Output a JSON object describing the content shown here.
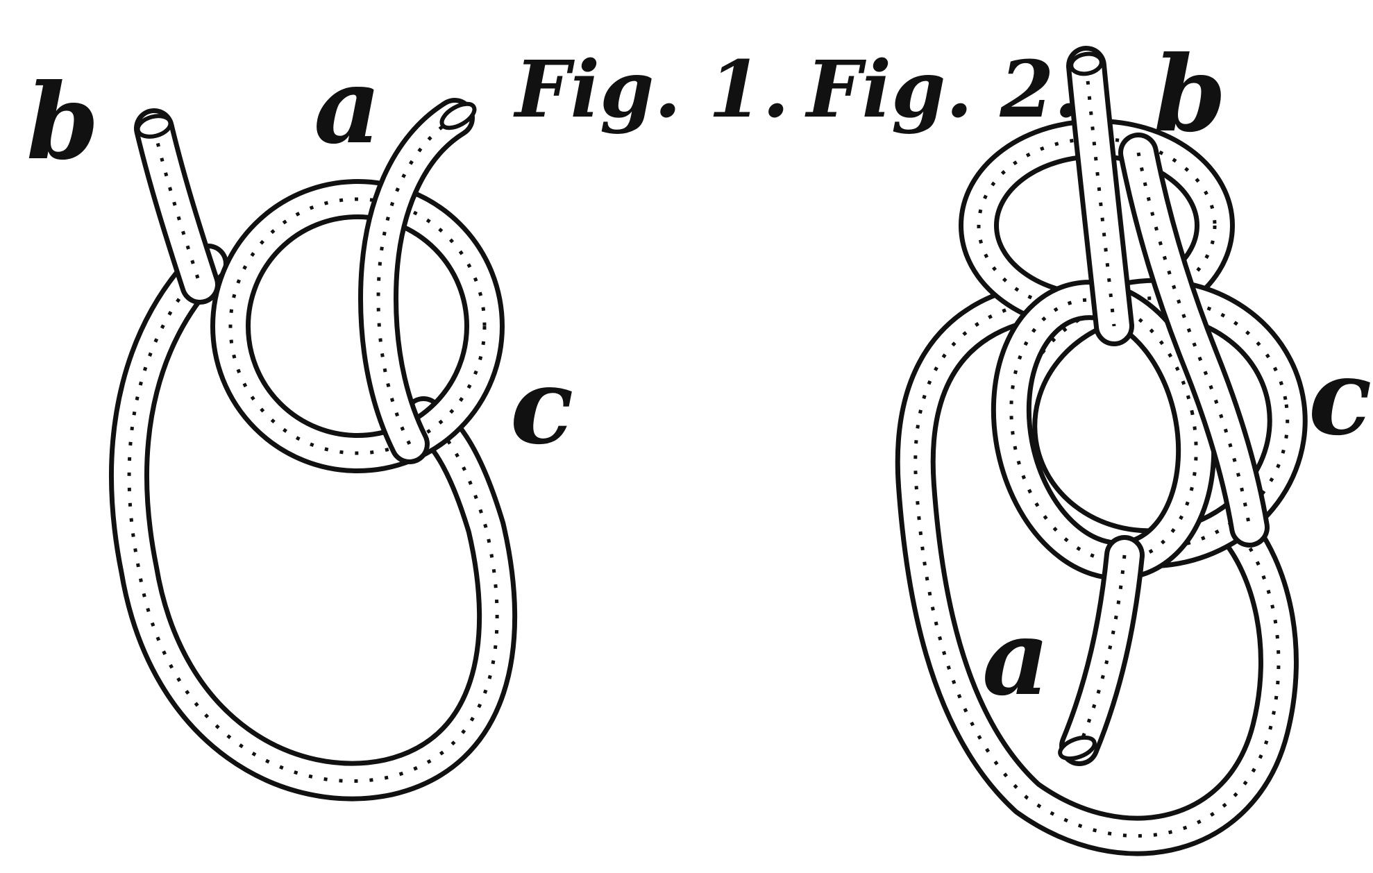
{
  "figures": [
    {
      "caption": "Fig. 1.",
      "labels": {
        "a": "a",
        "b": "b",
        "c": "c"
      }
    },
    {
      "caption": "Fig. 2.",
      "labels": {
        "a": "a",
        "b": "b",
        "c": "c"
      }
    }
  ],
  "colors": {
    "ink": "#111111",
    "paper": "#ffffff"
  }
}
